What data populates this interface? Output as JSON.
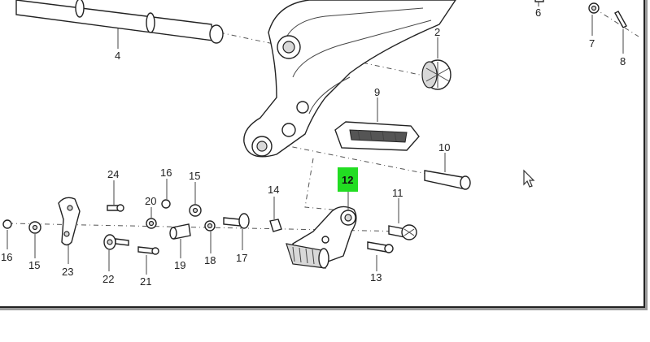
{
  "diagram": {
    "highlight_color": "#22dd22",
    "highlighted_callout": "12",
    "callouts": [
      {
        "id": "c2",
        "text": "2"
      },
      {
        "id": "c4",
        "text": "4"
      },
      {
        "id": "c6",
        "text": "6"
      },
      {
        "id": "c7",
        "text": "7"
      },
      {
        "id": "c8",
        "text": "8"
      },
      {
        "id": "c9",
        "text": "9"
      },
      {
        "id": "c10",
        "text": "10"
      },
      {
        "id": "c11",
        "text": "11"
      },
      {
        "id": "c12",
        "text": "12"
      },
      {
        "id": "c13",
        "text": "13"
      },
      {
        "id": "c14",
        "text": "14"
      },
      {
        "id": "c15a",
        "text": "15"
      },
      {
        "id": "c15b",
        "text": "15"
      },
      {
        "id": "c16a",
        "text": "16"
      },
      {
        "id": "c16b",
        "text": "16"
      },
      {
        "id": "c17",
        "text": "17"
      },
      {
        "id": "c18",
        "text": "18"
      },
      {
        "id": "c19",
        "text": "19"
      },
      {
        "id": "c20",
        "text": "20"
      },
      {
        "id": "c21",
        "text": "21"
      },
      {
        "id": "c22",
        "text": "22"
      },
      {
        "id": "c23",
        "text": "23"
      },
      {
        "id": "c24",
        "text": "24"
      }
    ]
  },
  "cursor": {
    "icon": "mouse-pointer-icon"
  }
}
